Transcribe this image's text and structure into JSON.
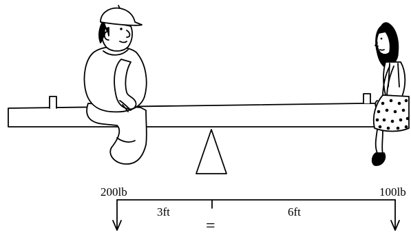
{
  "labels": {
    "left_weight": "200lb",
    "right_weight": "100lb",
    "left_distance": "3ft",
    "right_distance": "6ft",
    "balance": "="
  }
}
